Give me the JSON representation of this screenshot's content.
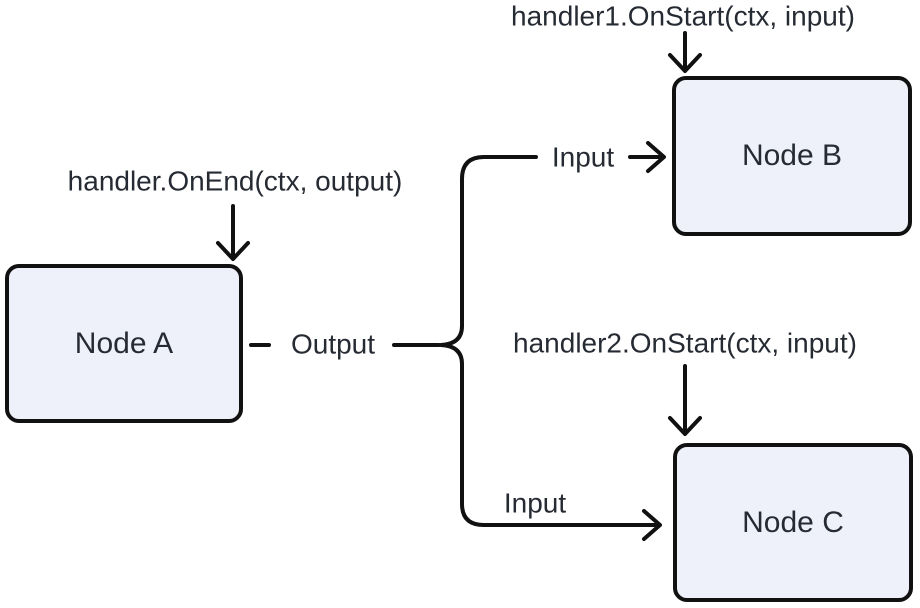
{
  "diagram": {
    "colors": {
      "background": "#ffffff",
      "stroke": "#111111",
      "text": "#262b33",
      "node_fill": "#eef1fa",
      "node_border": "#111111"
    },
    "nodes": {
      "a": {
        "label": "Node A"
      },
      "b": {
        "label": "Node B"
      },
      "c": {
        "label": "Node C"
      }
    },
    "annotations": {
      "on_end": {
        "text": "handler.OnEnd(ctx, output)"
      },
      "on_start_1": {
        "text": "handler1.OnStart(ctx, input)"
      },
      "on_start_2": {
        "text": "handler2.OnStart(ctx, input)"
      }
    },
    "edge_labels": {
      "output": {
        "text": "Output"
      },
      "input_top": {
        "text": "Input"
      },
      "input_bottom": {
        "text": "Input"
      }
    }
  }
}
